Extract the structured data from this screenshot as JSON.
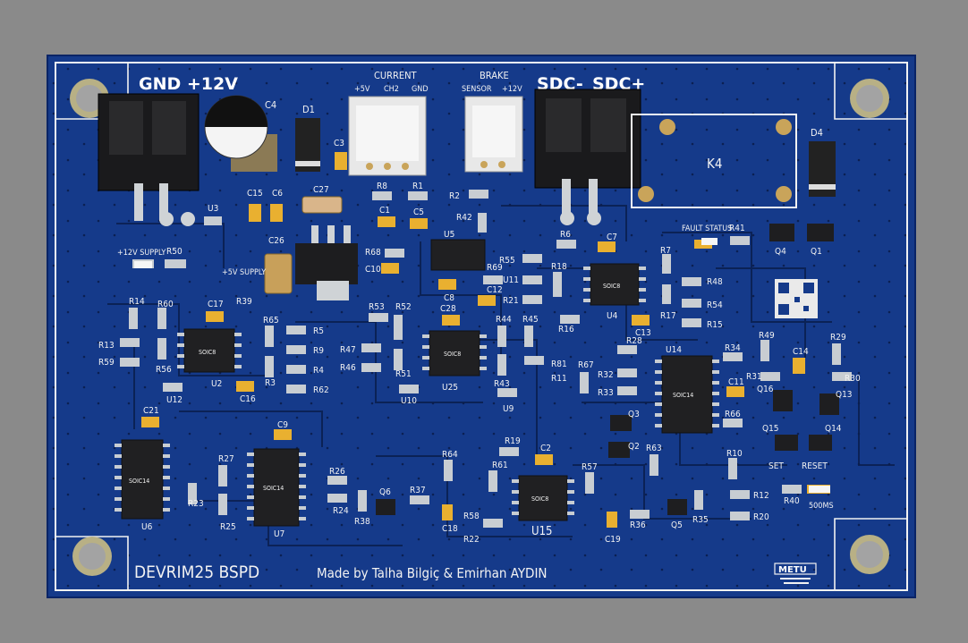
{
  "board": {
    "title": "DEVRIM25 BSPD",
    "credit": "Made by Talha Bilgiç & Emirhan AYDIN",
    "logo_text": "METU"
  },
  "connectors": {
    "power": "GND +12V",
    "current_title": "CURRENT",
    "current_pins": [
      "+5V",
      "CH2",
      "GND"
    ],
    "brake_title": "BRAKE",
    "brake_pins": [
      "SENSOR",
      "+12V"
    ],
    "sdc_minus": "SDC-",
    "sdc_plus": "SDC+"
  },
  "labels": {
    "supply_12v": "+12V SUPPLY",
    "supply_5v": "+5V SUPPLY",
    "fault_status": "FAULT STATUS",
    "set": "SET",
    "reset": "RESET",
    "timer": "500MS",
    "relay": "K4"
  },
  "ic_markings": {
    "soic8": "SOIC8",
    "soic14": "SOIC14"
  },
  "refdes": {
    "C4": "C4",
    "D1": "D1",
    "C3": "C3",
    "R8": "R8",
    "R1": "R1",
    "C1": "C1",
    "C5": "C5",
    "R2": "R2",
    "R42": "R42",
    "D4": "D4",
    "C15": "C15",
    "C6": "C6",
    "C27": "C27",
    "U3": "U3",
    "C26": "C26",
    "R68": "R68",
    "C10": "C10",
    "U5": "U5",
    "R6": "R6",
    "C7": "C7",
    "R41": "R41",
    "Q4": "Q4",
    "Q1": "Q1",
    "R50": "R50",
    "R39": "R39",
    "R55": "R55",
    "R69": "R69",
    "C8": "C8",
    "C12": "C12",
    "U11": "U11",
    "R21": "R21",
    "R18": "R18",
    "R7": "R7",
    "R48": "R48",
    "R54": "R54",
    "R17": "R17",
    "R15": "R15",
    "U4": "U4",
    "R16": "R16",
    "C13": "C13",
    "R14": "R14",
    "R60": "R60",
    "C17": "C17",
    "R13": "R13",
    "R59": "R59",
    "R56": "R56",
    "U12": "U12",
    "U2": "U2",
    "R65": "R65",
    "R5": "R5",
    "R9": "R9",
    "R4": "R4",
    "R3": "R3",
    "R62": "R62",
    "C16": "C16",
    "R53": "R53",
    "R52": "R52",
    "C28": "C28",
    "R47": "R47",
    "R46": "R46",
    "R51": "R51",
    "U10": "U10",
    "U25": "U25",
    "R44": "R44",
    "R45": "R45",
    "R81": "R81",
    "R11": "R11",
    "R43": "R43",
    "U9": "U9",
    "R28": "R28",
    "R67": "R67",
    "R32": "R32",
    "R33": "R33",
    "U14": "U14",
    "R34": "R34",
    "R49": "R49",
    "C14": "C14",
    "R29": "R29",
    "R31": "R31",
    "R30": "R30",
    "C11": "C11",
    "Q16": "Q16",
    "Q13": "Q13",
    "Q3": "Q3",
    "R66": "R66",
    "Q15": "Q15",
    "Q14": "Q14",
    "C21": "C21",
    "C9": "C9",
    "R19": "R19",
    "C2": "C2",
    "Q2": "Q2",
    "R63": "R63",
    "R10": "R10",
    "R27": "R27",
    "R26": "R26",
    "R24": "R24",
    "R64": "R64",
    "R61": "R61",
    "R57": "R57",
    "Q6": "Q6",
    "R37": "R37",
    "R23": "R23",
    "R25": "R25",
    "R38": "R38",
    "U6": "U6",
    "U7": "U7",
    "C18": "C18",
    "R58": "R58",
    "R22": "R22",
    "U15": "U15",
    "C19": "C19",
    "R36": "R36",
    "Q5": "Q5",
    "R35": "R35",
    "R12": "R12",
    "R20": "R20",
    "R40": "R40"
  }
}
